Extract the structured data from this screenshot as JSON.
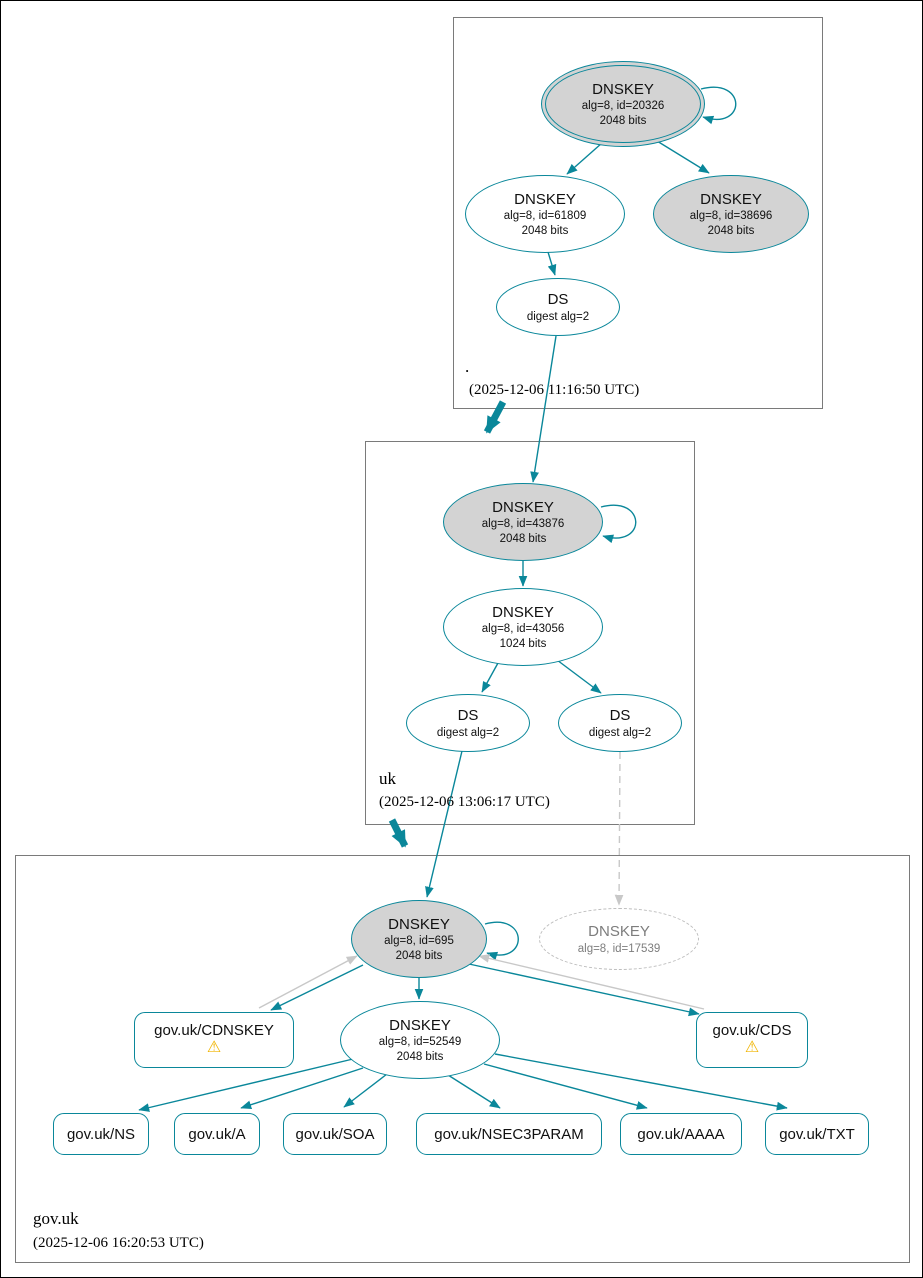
{
  "zones": {
    "root": {
      "label": ".",
      "timestamp": "(2025-12-06 11:16:50 UTC)",
      "nodes": {
        "ksk": {
          "title": "DNSKEY",
          "line2": "alg=8, id=20326",
          "line3": "2048 bits"
        },
        "zsk": {
          "title": "DNSKEY",
          "line2": "alg=8, id=61809",
          "line3": "2048 bits"
        },
        "ksk2": {
          "title": "DNSKEY",
          "line2": "alg=8, id=38696",
          "line3": "2048 bits"
        },
        "ds": {
          "title": "DS",
          "line2": "digest alg=2"
        }
      }
    },
    "uk": {
      "label": "uk",
      "timestamp": "(2025-12-06 13:06:17 UTC)",
      "nodes": {
        "ksk": {
          "title": "DNSKEY",
          "line2": "alg=8, id=43876",
          "line3": "2048 bits"
        },
        "zsk": {
          "title": "DNSKEY",
          "line2": "alg=8, id=43056",
          "line3": "1024 bits"
        },
        "ds1": {
          "title": "DS",
          "line2": "digest alg=2"
        },
        "ds2": {
          "title": "DS",
          "line2": "digest alg=2"
        }
      }
    },
    "govuk": {
      "label": "gov.uk",
      "timestamp": "(2025-12-06 16:20:53 UTC)",
      "nodes": {
        "ksk": {
          "title": "DNSKEY",
          "line2": "alg=8, id=695",
          "line3": "2048 bits"
        },
        "missing": {
          "title": "DNSKEY",
          "line2": "alg=8, id=17539"
        },
        "zsk": {
          "title": "DNSKEY",
          "line2": "alg=8, id=52549",
          "line3": "2048 bits"
        },
        "cdnskey": {
          "label": "gov.uk/CDNSKEY",
          "warning": "⚠"
        },
        "cds": {
          "label": "gov.uk/CDS",
          "warning": "⚠"
        },
        "rrsets": [
          "gov.uk/NS",
          "gov.uk/A",
          "gov.uk/SOA",
          "gov.uk/NSEC3PARAM",
          "gov.uk/AAAA",
          "gov.uk/TXT"
        ]
      }
    }
  },
  "colors": {
    "secure_edge": "#0a879a",
    "ksk_fill": "#d3d3d3",
    "insecure_edge": "#c8c8c8",
    "zone_border": "#7a7a7a",
    "warning": "#f0b400"
  }
}
